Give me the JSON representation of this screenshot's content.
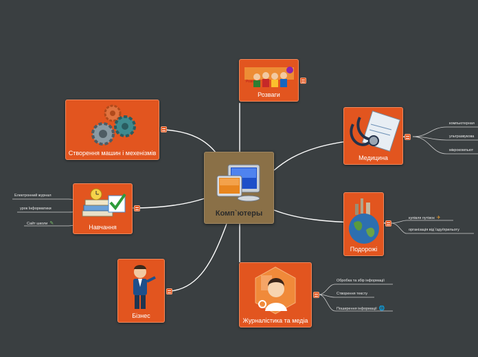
{
  "center": {
    "label": "Комп`ютеры"
  },
  "nodes": {
    "rozvagy": {
      "label": "Розваги",
      "image_text": "Розва"
    },
    "mashyny": {
      "label": "Створення машин і мехенізмів"
    },
    "medytsyna": {
      "label": "Медицина"
    },
    "navchannia": {
      "label": "Навчання"
    },
    "podorozhi": {
      "label": "Подорожі"
    },
    "biznes": {
      "label": "Бізнес"
    },
    "zhurnalistyka": {
      "label": "Журналістика та медіа"
    }
  },
  "leaves": {
    "medytsyna": [
      "компьютерная",
      "ультразвукова",
      "мікрокомпьют"
    ],
    "navchannia": [
      {
        "text": "Електронний журнал",
        "icon": ""
      },
      {
        "text": "урок Інформатики",
        "icon": ""
      },
      {
        "text": "Сайт школи",
        "icon": "pencil-icon"
      }
    ],
    "podorozhi": [
      {
        "text": "купівля путівок",
        "icon": "plane-icon"
      },
      {
        "text": "організація від`їзду/прильоту",
        "icon": ""
      }
    ],
    "zhurnalistyka": [
      {
        "text": "Обробка та збір інформації",
        "icon": ""
      },
      {
        "text": "Створення тексту",
        "icon": ""
      },
      {
        "text": "Поширення інформації",
        "icon": "globe-icon"
      }
    ]
  },
  "colors": {
    "background": "#3a3f41",
    "node_fill": "#e2551f",
    "center_fill": "#8a7047",
    "connector": "#ffffff"
  }
}
